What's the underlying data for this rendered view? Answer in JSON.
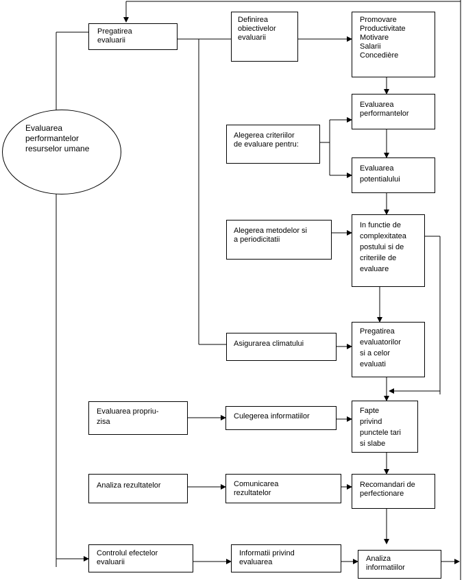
{
  "nodes": {
    "main": "Evaluarea\nperformantelor\nresurselor umane",
    "pregatirea": "Pregatirea\nevaluarii",
    "definirea": "Definirea\nobiectivelor\nevaluarii",
    "promovare": "Promovare\nProductivitate\nMotivare\nSalarii\nConcedière",
    "eval_perf": "Evaluarea\nperformantelor",
    "alegerea_crit": "Alegerea criteriilor\nde evaluare pentru:",
    "eval_pot": "Evaluarea\npotentialului",
    "alegerea_met": "Alegerea metodelor si\na periodicitatii",
    "in_functie": "In functie de\ncomplexitatea\npostului si de\ncriteriile de\nevaluare",
    "asigurarea": "Asigurarea climatului",
    "preg_eval": "Pregatirea\nevaluatorilor\nsi a celor\nevaluati",
    "eval_propriu": "Evaluarea propriu-\nzisa",
    "culegerea": "Culegerea informatiilor",
    "fapte": "Fapte\nprivind\npunctele tari\nsi slabe",
    "analiza_rez": "Analiza rezultatelor",
    "comunicarea": "Comunicarea\nrezultatelor",
    "recomandari": "Recomandari de\nperfectionare",
    "controlul": "Controlul efectelor\nevaluarii",
    "informatii": "Informatii privind\nevaluarea",
    "analiza_inf": "Analiza\ninformatiilor"
  }
}
